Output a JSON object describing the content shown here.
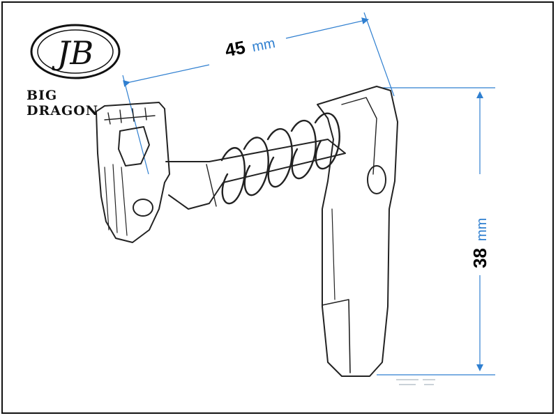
{
  "brand": {
    "name": "BIG DRAGON",
    "logo_letters": "JB"
  },
  "dimensions": {
    "width": {
      "value": "45",
      "unit": "mm"
    },
    "height": {
      "value": "38",
      "unit": "mm"
    }
  },
  "colors": {
    "dimension_line": "#2f7fd0",
    "sketch_line": "#222222",
    "frame": "#111111"
  }
}
